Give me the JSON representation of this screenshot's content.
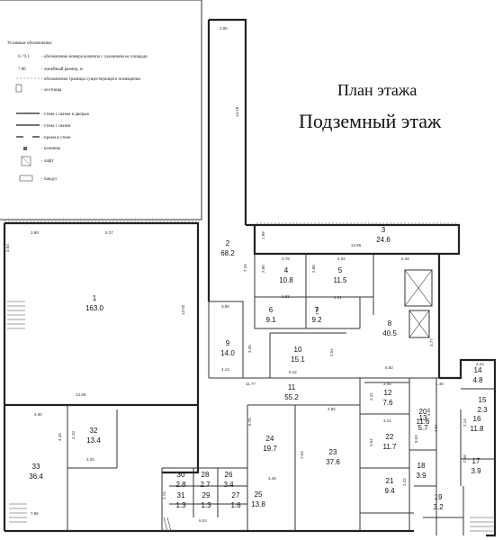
{
  "title": "План этажа",
  "subtitle": "Подземный этаж",
  "legend": {
    "heading": "Условные обозначения:",
    "items": [
      {
        "symbol": "6 / 9.1",
        "text": "- обозначение номера комнаты с указанием ее площади"
      },
      {
        "symbol": "7.86",
        "text": "- линейный размер, м"
      },
      {
        "symbol": "",
        "text": "- обозначение границы существующего помещения"
      },
      {
        "symbol": "",
        "text": "- лестница"
      },
      {
        "symbol": "",
        "text": "- стена с окном и дверью"
      },
      {
        "symbol": "",
        "text": "- стена с окном"
      },
      {
        "symbol": "",
        "text": "- проем в стене"
      },
      {
        "symbol": "",
        "text": "- колонны"
      },
      {
        "symbol": "",
        "text": "- лифт"
      },
      {
        "symbol": "",
        "text": "- пандус"
      }
    ]
  },
  "rooms": [
    {
      "id": "1",
      "num": "1",
      "area": "163.0"
    },
    {
      "id": "2",
      "num": "2",
      "area": "68.2"
    },
    {
      "id": "3",
      "num": "3",
      "area": "24.6"
    },
    {
      "id": "4",
      "num": "4",
      "area": "10.8"
    },
    {
      "id": "5",
      "num": "5",
      "area": "11.5"
    },
    {
      "id": "6",
      "num": "6",
      "area": "9.1"
    },
    {
      "id": "7",
      "num": "7",
      "area": "9.2"
    },
    {
      "id": "8",
      "num": "8",
      "area": "40.5"
    },
    {
      "id": "9",
      "num": "9",
      "area": "14.0"
    },
    {
      "id": "10",
      "num": "10",
      "area": "15.1"
    },
    {
      "id": "11",
      "num": "11",
      "area": "55.2"
    },
    {
      "id": "12",
      "num": "12",
      "area": "7.6"
    },
    {
      "id": "13",
      "num": "13",
      "area": "5.7"
    },
    {
      "id": "14",
      "num": "14",
      "area": "4.8"
    },
    {
      "id": "15",
      "num": "15",
      "area": "2.3"
    },
    {
      "id": "16",
      "num": "16",
      "area": "11.8"
    },
    {
      "id": "17",
      "num": "17",
      "area": "3.9"
    },
    {
      "id": "18",
      "num": "18",
      "area": "3.9"
    },
    {
      "id": "19",
      "num": "19",
      "area": "3.2"
    },
    {
      "id": "20",
      "num": "20",
      "area": "11.6"
    },
    {
      "id": "21",
      "num": "21",
      "area": "9.4"
    },
    {
      "id": "22",
      "num": "22",
      "area": "11.7"
    },
    {
      "id": "23",
      "num": "23",
      "area": "37.6"
    },
    {
      "id": "24",
      "num": "24",
      "area": "19.7"
    },
    {
      "id": "25",
      "num": "25",
      "area": "13.8"
    },
    {
      "id": "26",
      "num": "26",
      "area": "3.4"
    },
    {
      "id": "27",
      "num": "27",
      "area": "1.6"
    },
    {
      "id": "28",
      "num": "28",
      "area": "2.7"
    },
    {
      "id": "29",
      "num": "29",
      "area": "1.3"
    },
    {
      "id": "30",
      "num": "30",
      "area": "2.8"
    },
    {
      "id": "31",
      "num": "31",
      "area": "1.3"
    },
    {
      "id": "32",
      "num": "32",
      "area": "13.4"
    },
    {
      "id": "33",
      "num": "33",
      "area": "36.4"
    }
  ],
  "dimensions": [
    "2.80",
    "14.18",
    "3.88",
    "5.27",
    "3.63",
    "13.02",
    "13.08",
    "1.88",
    "13.86",
    "7.16",
    "3.78",
    "2.85",
    "2.86",
    "4.02",
    "4.49",
    "3.83",
    "2.66",
    "4.01",
    "3.86",
    "3.39",
    "2.54",
    "3.77",
    "4.12",
    "5.42",
    "6.82",
    "11.77",
    "2.41",
    "3.06",
    "1.46",
    "2.23",
    "4.05",
    "4.85",
    "5.75",
    "7.54",
    "3.24",
    "3.54",
    "8.03",
    "4.04",
    "2.14",
    "2.96",
    "2.22",
    "3.48",
    "9.04",
    "1.74",
    "4.90",
    "4.49",
    "4.10",
    "3.26",
    "7.86"
  ]
}
